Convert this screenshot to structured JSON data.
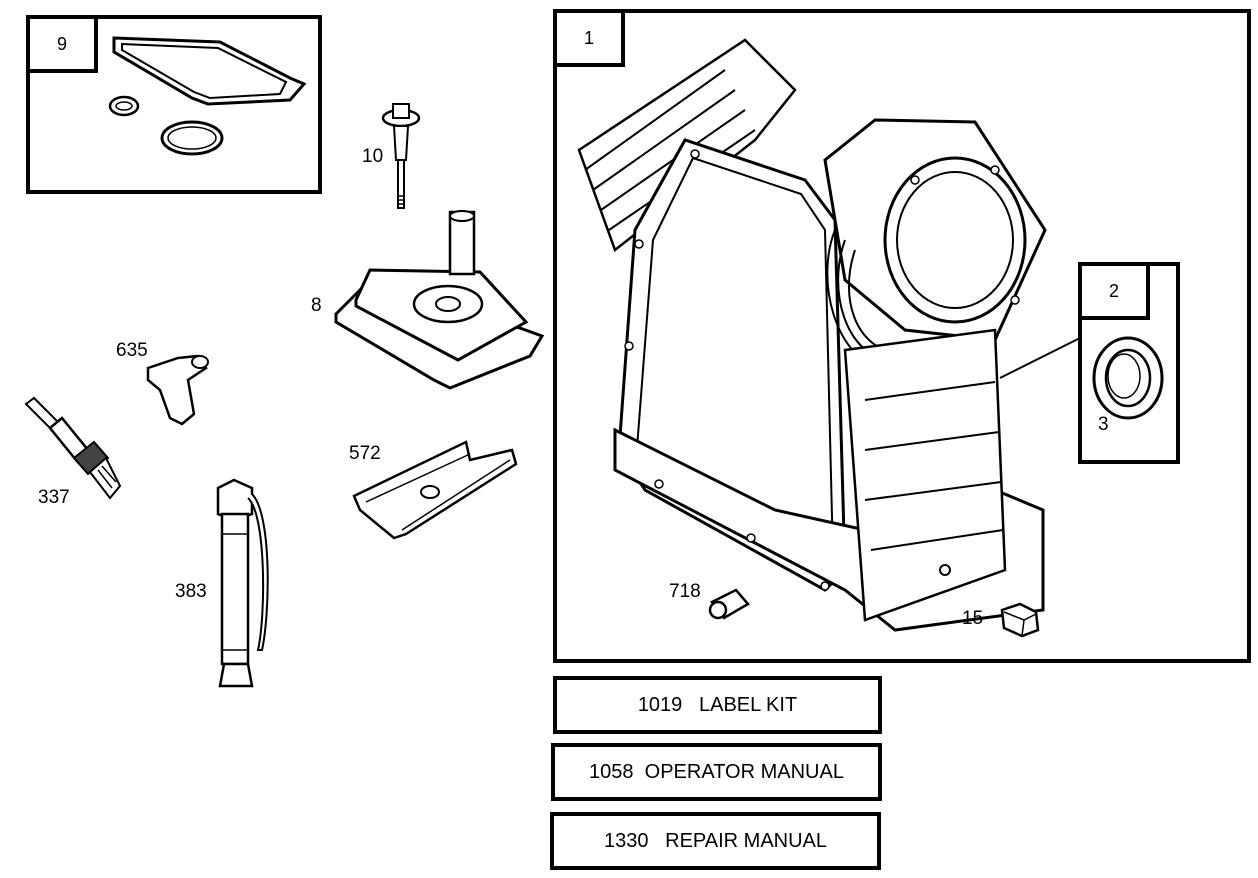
{
  "groups": {
    "kit9": {
      "number": "9"
    },
    "short_block": {
      "number": "1"
    },
    "seal_kit": {
      "number": "2"
    }
  },
  "parts": {
    "p3": "3",
    "p8": "8",
    "p10": "10",
    "p15": "15",
    "p337": "337",
    "p383": "383",
    "p572": "572",
    "p635": "635",
    "p718": "718"
  },
  "kits": [
    {
      "text": "1019   LABEL KIT"
    },
    {
      "text": "1058  OPERATOR MANUAL"
    },
    {
      "text": "1330   REPAIR MANUAL"
    }
  ]
}
